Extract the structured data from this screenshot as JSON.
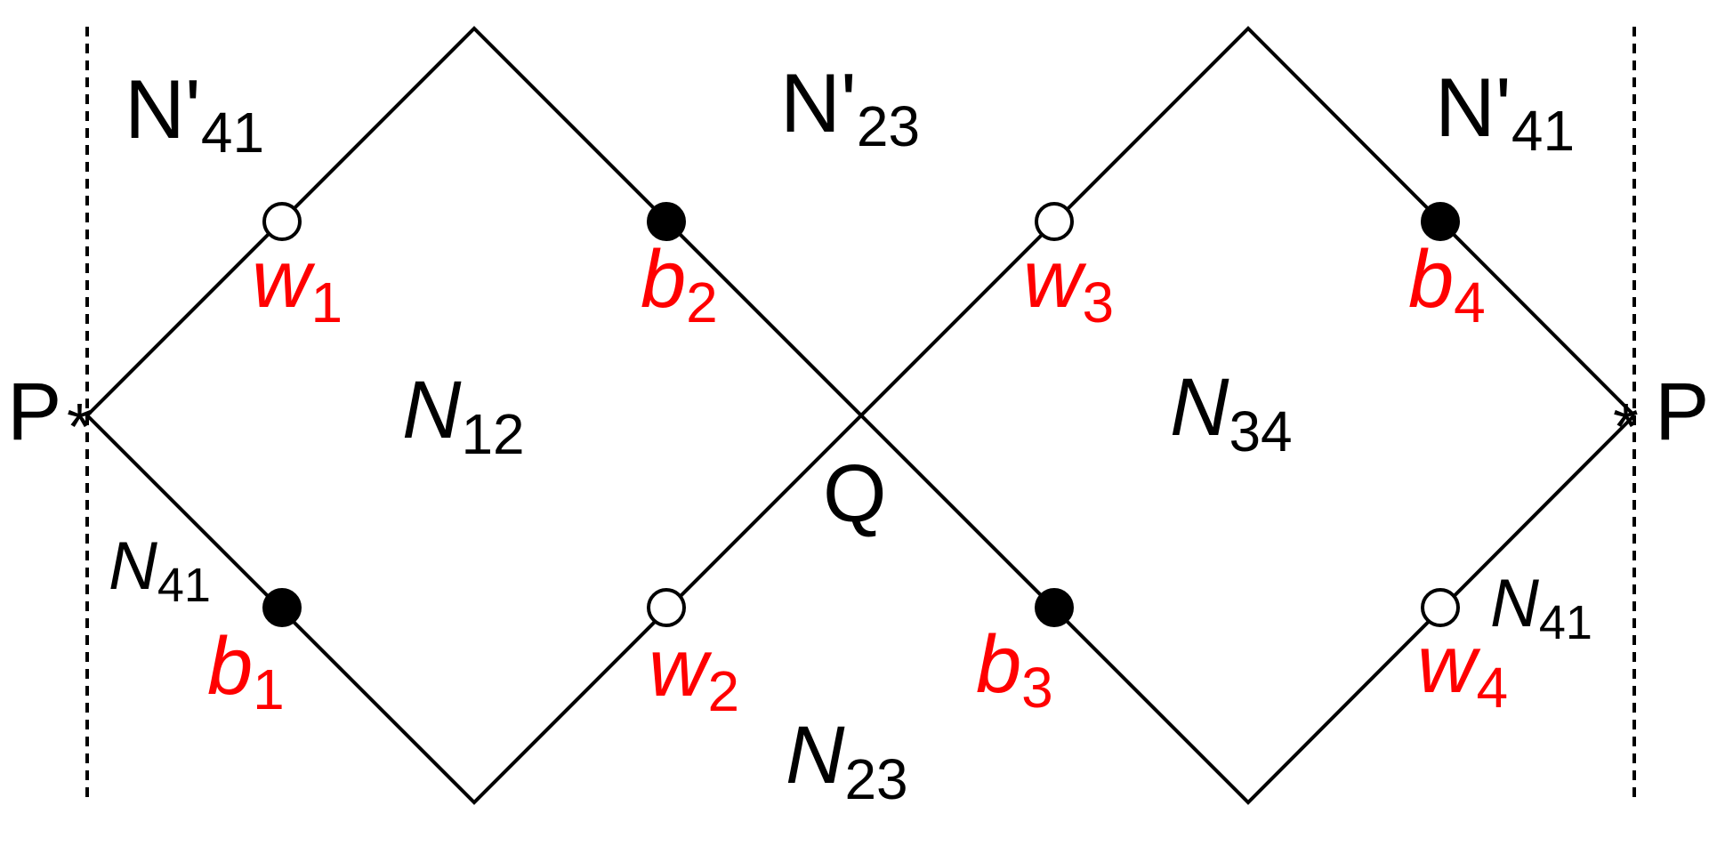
{
  "colors": {
    "line": "#000000",
    "node_label": "#ff0000",
    "region_label": "#000000",
    "white_node_fill": "#ffffff",
    "black_node_fill": "#000000"
  },
  "points": {
    "left": {
      "main": "P",
      "mark": "*"
    },
    "right": {
      "main": "P",
      "mark": "*"
    },
    "crossing": {
      "main": "Q"
    }
  },
  "regions": {
    "top_left": {
      "main": "N'",
      "sub": "41"
    },
    "top_middle": {
      "main": "N'",
      "sub": "23"
    },
    "top_right": {
      "main": "N'",
      "sub": "41"
    },
    "n12": {
      "main": "N",
      "sub": "12"
    },
    "n34": {
      "main": "N",
      "sub": "34"
    },
    "bottom_left": {
      "main": "N",
      "sub": "41"
    },
    "bottom_middle": {
      "main": "N",
      "sub": "23"
    },
    "bottom_right": {
      "main": "N",
      "sub": "41"
    }
  },
  "nodes": {
    "w1": {
      "main": "w",
      "sub": "1",
      "kind": "white"
    },
    "b2": {
      "main": "b",
      "sub": "2",
      "kind": "black"
    },
    "w3": {
      "main": "w",
      "sub": "3",
      "kind": "white"
    },
    "b4": {
      "main": "b",
      "sub": "4",
      "kind": "black"
    },
    "b1": {
      "main": "b",
      "sub": "1",
      "kind": "black"
    },
    "w2": {
      "main": "w",
      "sub": "2",
      "kind": "white"
    },
    "b3": {
      "main": "b",
      "sub": "3",
      "kind": "black"
    },
    "w4": {
      "main": "w",
      "sub": "4",
      "kind": "white"
    }
  }
}
